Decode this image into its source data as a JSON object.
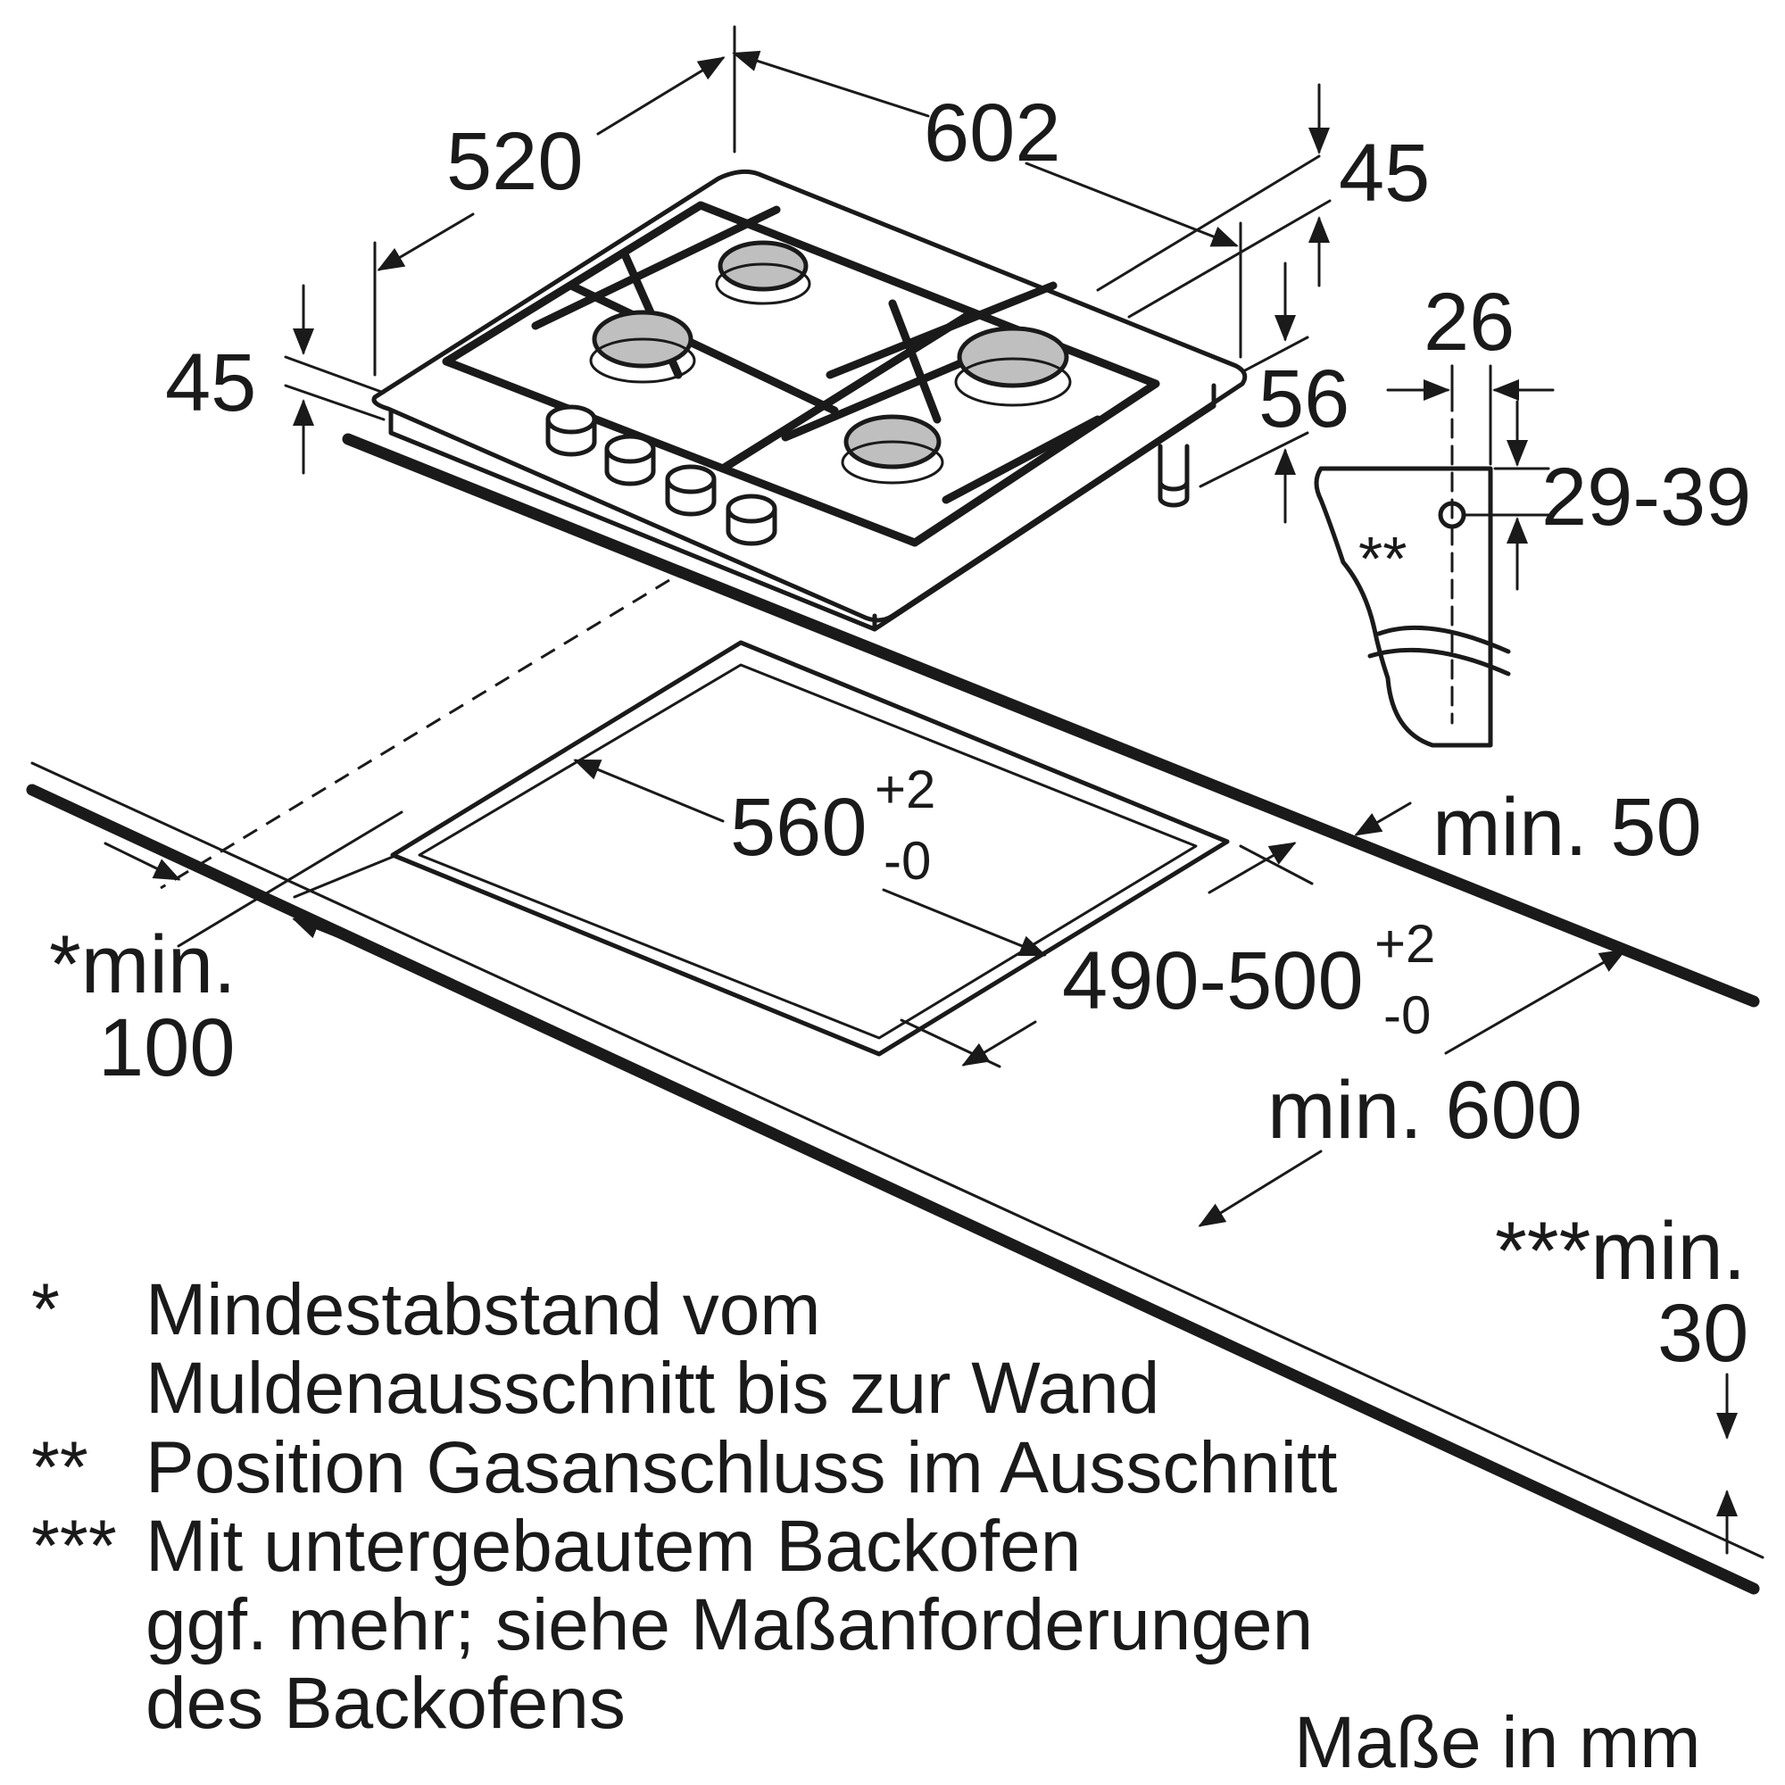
{
  "dimensions": {
    "width_602": "602",
    "depth_520": "520",
    "height_left_45": "45",
    "height_right_45": "45",
    "height_56": "56",
    "gas_26": "26",
    "gas_range": "29-39",
    "cutout_width": "560",
    "cutout_width_tol_plus": "+2",
    "cutout_width_tol_minus": "-0",
    "cutout_depth": "490-500",
    "cutout_depth_tol_plus": "+2",
    "cutout_depth_tol_minus": "-0",
    "min_50": "min. 50",
    "min_100_label": "*min.",
    "min_100_value": "100",
    "min_600": "min. 600",
    "min_30_label": "***min.",
    "min_30_value": "30",
    "gas_marker": "**"
  },
  "notes": [
    {
      "marker": "*",
      "lines": [
        "Mindestabstand vom",
        "Muldenausschnitt bis zur Wand"
      ]
    },
    {
      "marker": "**",
      "lines": [
        "Position Gasanschluss im Ausschnitt"
      ]
    },
    {
      "marker": "***",
      "lines": [
        "Mit untergebautem Backofen",
        "ggf. mehr; siehe Maßanforderungen",
        "des Backofens"
      ]
    }
  ],
  "units_label": "Maße in mm"
}
